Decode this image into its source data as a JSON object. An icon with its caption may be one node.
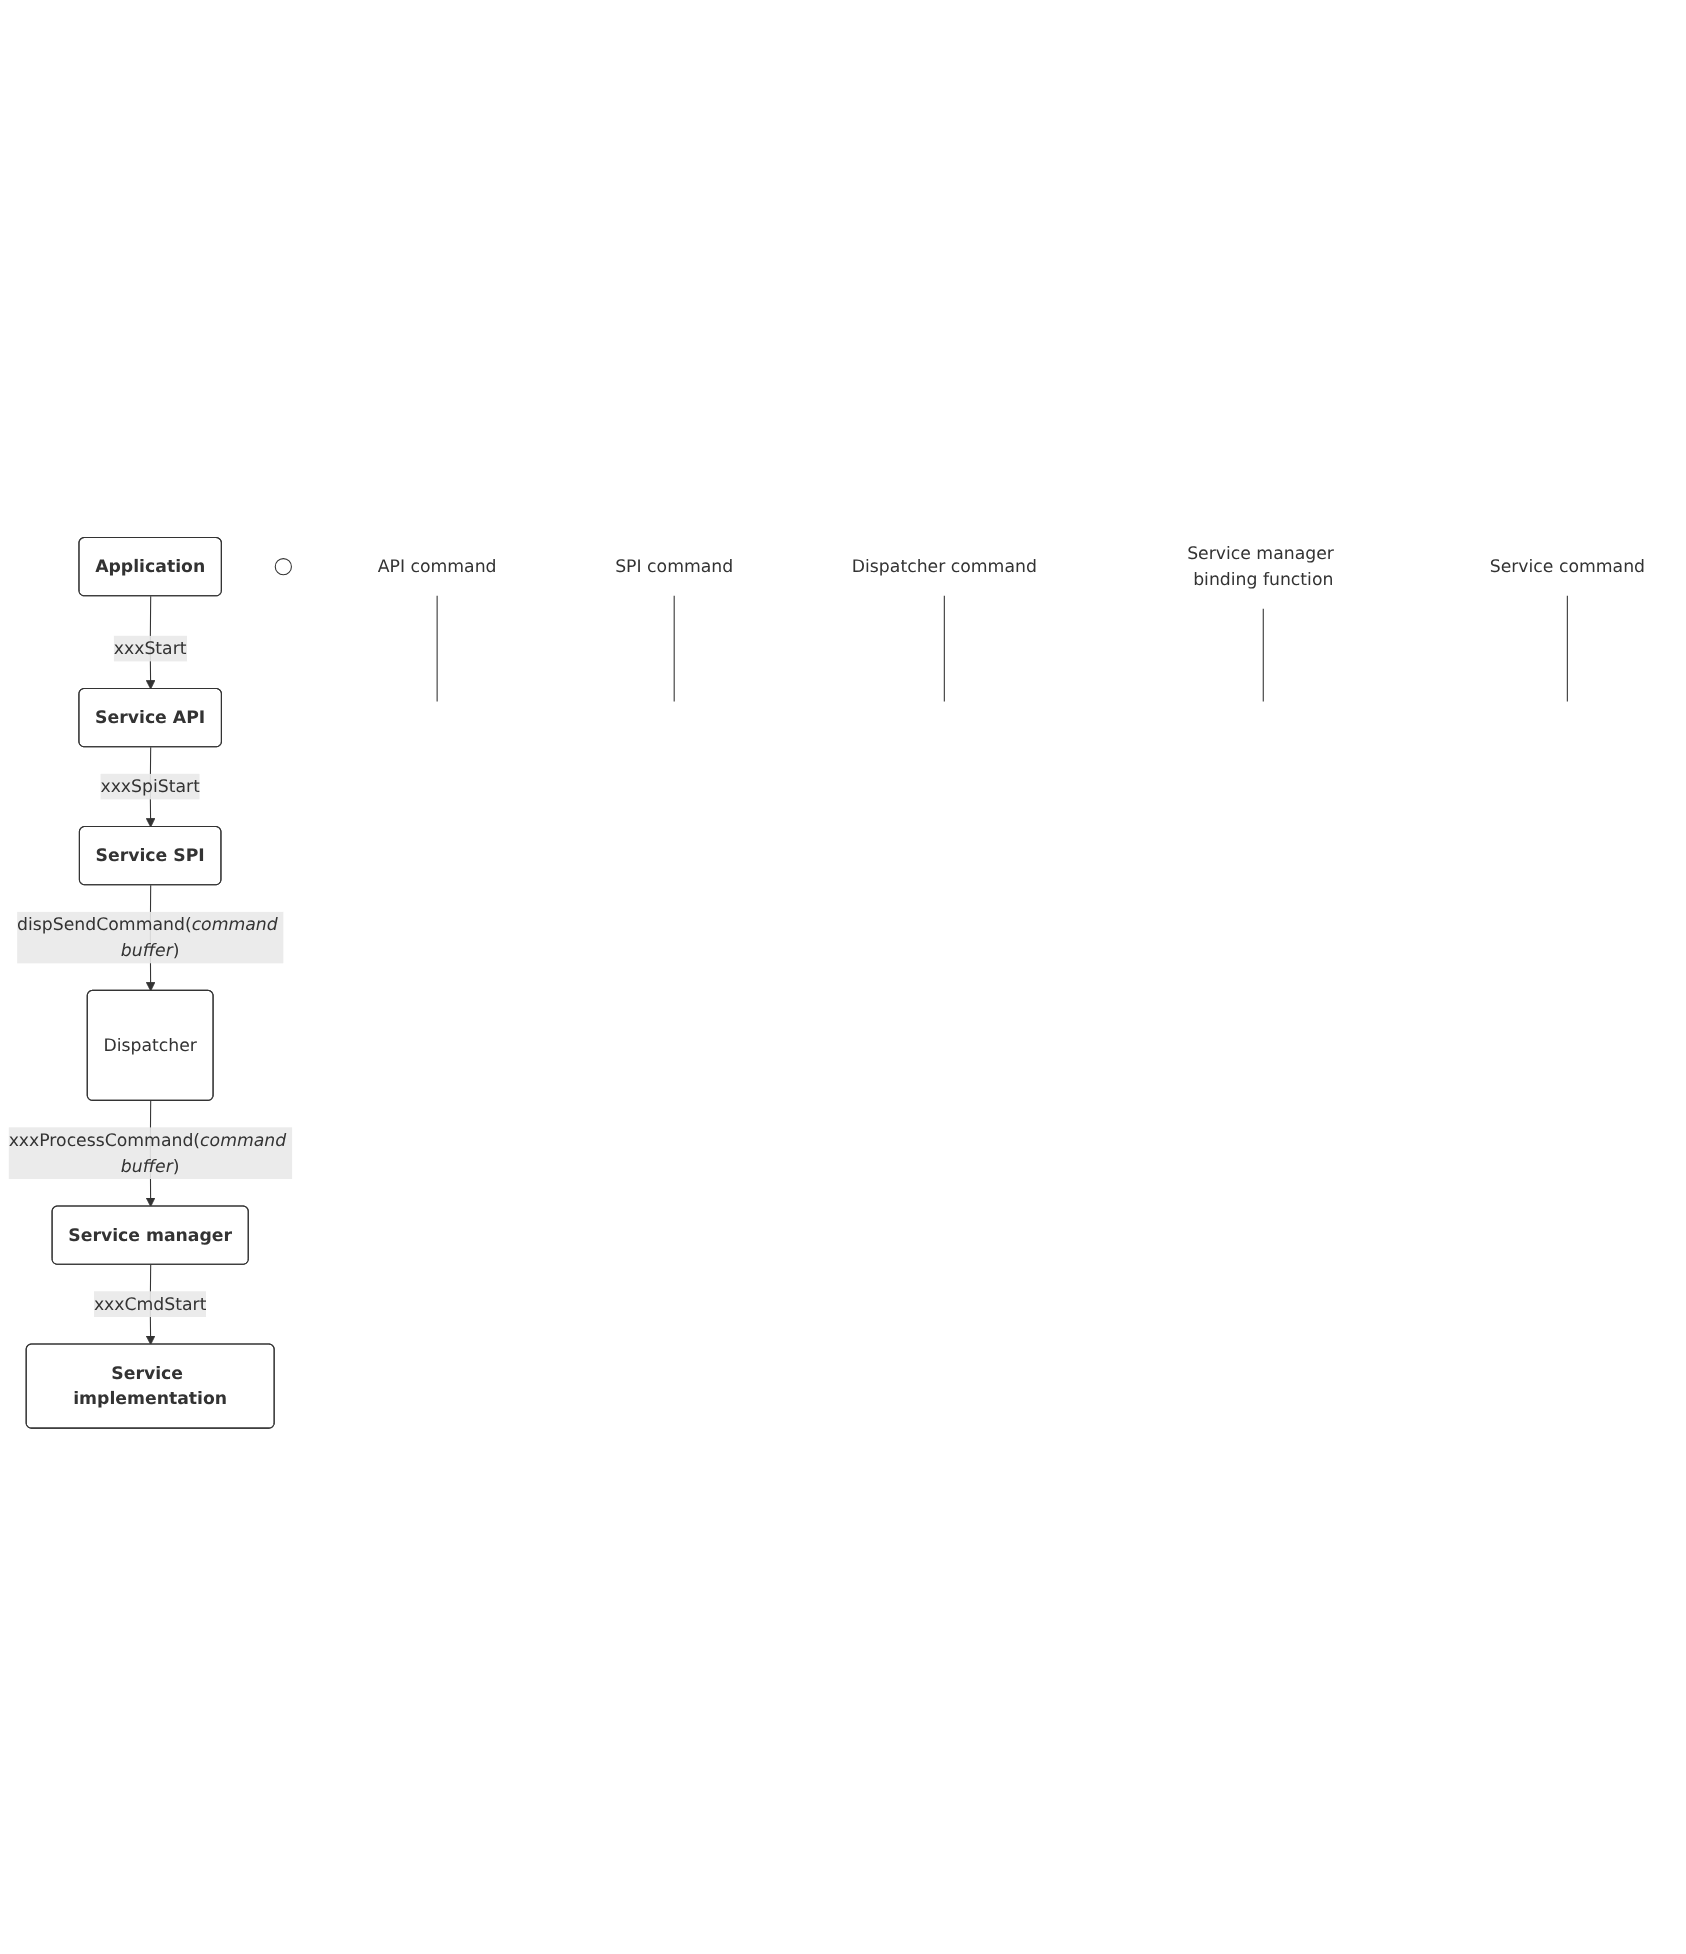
{
  "diagram": {
    "nodes": [
      {
        "text": [
          "Application"
        ]
      },
      {
        "text": [],
        "shape": "ellipse"
      },
      {
        "text": [
          "Service API"
        ]
      },
      {
        "text": [
          "Service SPI"
        ]
      },
      {
        "text": [
          "Dispatcher"
        ]
      },
      {
        "text": [
          "Service manager"
        ]
      },
      {
        "text": [
          "Service implementation"
        ]
      },
      {
        "text": [
          "API command"
        ]
      },
      {
        "text": [
          "SPI command"
        ]
      },
      {
        "text": [
          "Dispatcher command"
        ]
      },
      {
        "text": [
          "Service manager binding function"
        ]
      },
      {
        "text": [
          "Service command"
        ]
      }
    ],
    "edges": [
      {
        "from": 0,
        "to": 2,
        "arrow": "to",
        "label": "xxxStart"
      },
      {
        "from": 2,
        "to": 3,
        "arrow": "to",
        "label": "xxxSpiStart"
      },
      {
        "from": 3,
        "to": 4,
        "arrow": "to",
        "label": "dispSendCommand(*command buffer*)"
      },
      {
        "from": 4,
        "to": 5,
        "arrow": "to",
        "label": "xxxProcessCommand(*command buffer*)"
      },
      {
        "from": 5,
        "to": 6,
        "arrow": "to",
        "label": "xxxCmdStart"
      },
      {
        "from": 7,
        "to": null,
        "arrow": "none"
      },
      {
        "from": 8,
        "to": null,
        "arrow": "none"
      },
      {
        "from": 9,
        "to": null,
        "arrow": "none"
      },
      {
        "from": 10,
        "to": null,
        "arrow": "none"
      },
      {
        "from": 11,
        "to": null,
        "arrow": "none"
      }
    ]
  }
}
